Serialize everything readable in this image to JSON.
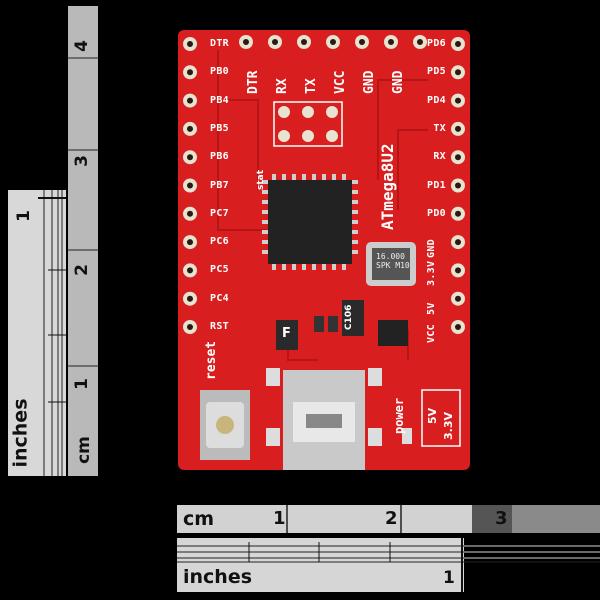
{
  "rulers": {
    "left_inches": {
      "unit_label": "inches",
      "major_labels": [
        "1"
      ]
    },
    "left_cm": {
      "unit_label": "cm",
      "major_labels": [
        "1",
        "2",
        "3",
        "4"
      ]
    },
    "bottom_cm": {
      "unit_label": "cm",
      "major_labels": [
        "1",
        "2",
        "3"
      ]
    },
    "bottom_inches": {
      "unit_label": "inches",
      "major_labels": [
        "1"
      ]
    }
  },
  "board": {
    "left_pins": [
      "DTR",
      "PB0",
      "PB4",
      "PB5",
      "PB6",
      "PB7",
      "PC7",
      "PC6",
      "PC5",
      "PC4",
      "RST"
    ],
    "right_pins": [
      "PD6",
      "PD5",
      "PD4",
      "TX",
      "RX",
      "PD1",
      "PD0",
      "GND",
      "3.3V",
      "5V",
      "VCC"
    ],
    "top_header": [
      "DTR",
      "RX",
      "TX",
      "VCC",
      "GND",
      "GND"
    ],
    "chip_name": "ATmega8U2",
    "crystal_text": "16.000\nSPK M10",
    "cap_label": "C106",
    "fuse_label": "F",
    "reset_label": "reset",
    "power_label": "power",
    "stat_label": "stat",
    "jumper_labels": [
      "5V",
      "3.3V"
    ],
    "colors": {
      "pcb": "#d81e1e",
      "pad": "#e8e2d0",
      "label": "#ffffff"
    }
  }
}
